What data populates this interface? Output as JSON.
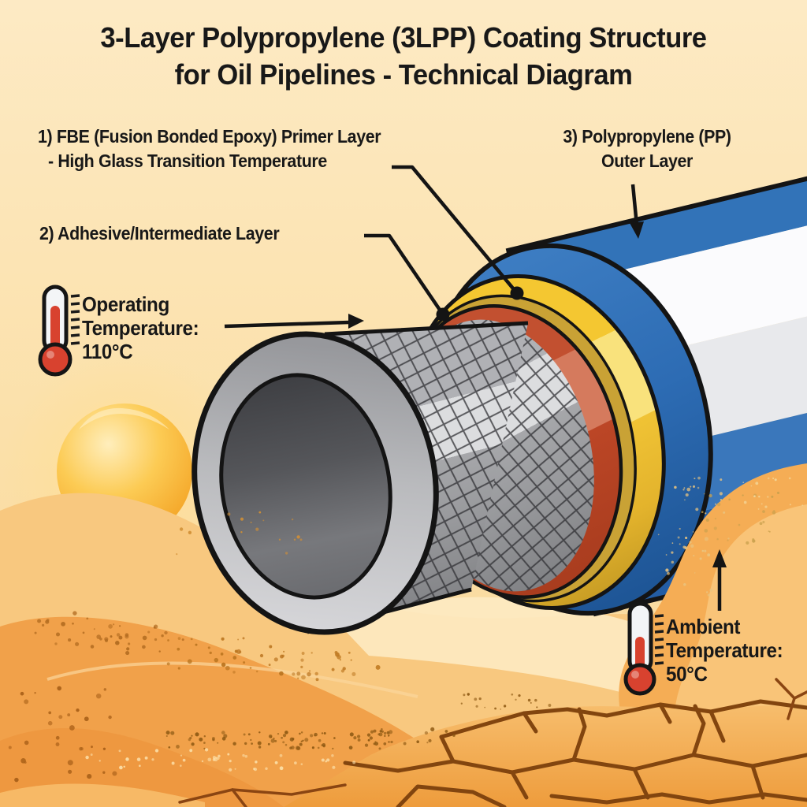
{
  "title": {
    "line1": "3-Layer Polypropylene (3LPP) Coating Structure",
    "line2": "for Oil Pipelines - Technical Diagram"
  },
  "labels": {
    "fbe_primer": {
      "line1": "1) FBE (Fusion Bonded Epoxy) Primer Layer",
      "line2": "- High Glass Transition Temperature"
    },
    "adhesive": {
      "line1": "2) Adhesive/Intermediate Layer"
    },
    "pp_outer": {
      "line1": "3) Polypropylene (PP)",
      "line2": "Outer Layer"
    }
  },
  "temperatures": {
    "operating": {
      "label_line1": "Operating",
      "label_line2": "Temperature:",
      "value": "110°C"
    },
    "ambient": {
      "label_line1": "Ambient",
      "label_line2": "Temperature:",
      "value": "50°C"
    }
  },
  "icons": {
    "operating": "thermometer-icon",
    "ambient": "thermometer-icon",
    "sun": "sun-icon",
    "leaders": "leader-line-with-dot",
    "arrows": "arrow-icon"
  },
  "colors": {
    "background": "#fce6b6",
    "sand": "#f2a24b",
    "sand_light": "#f8c87f",
    "sand_dark": "#ee9838",
    "crack_line": "#82450f",
    "steel_layer": "#a3a4a8",
    "fbe_layer": "#c14f2e",
    "adhesive_layer": "#f3c42e",
    "pp_layer": "#2d6cb4",
    "stripe_white": "#fbfbfd",
    "outline": "#161616",
    "mercury": "#d8422f",
    "sun": "#f8b531",
    "text": "#181818"
  }
}
